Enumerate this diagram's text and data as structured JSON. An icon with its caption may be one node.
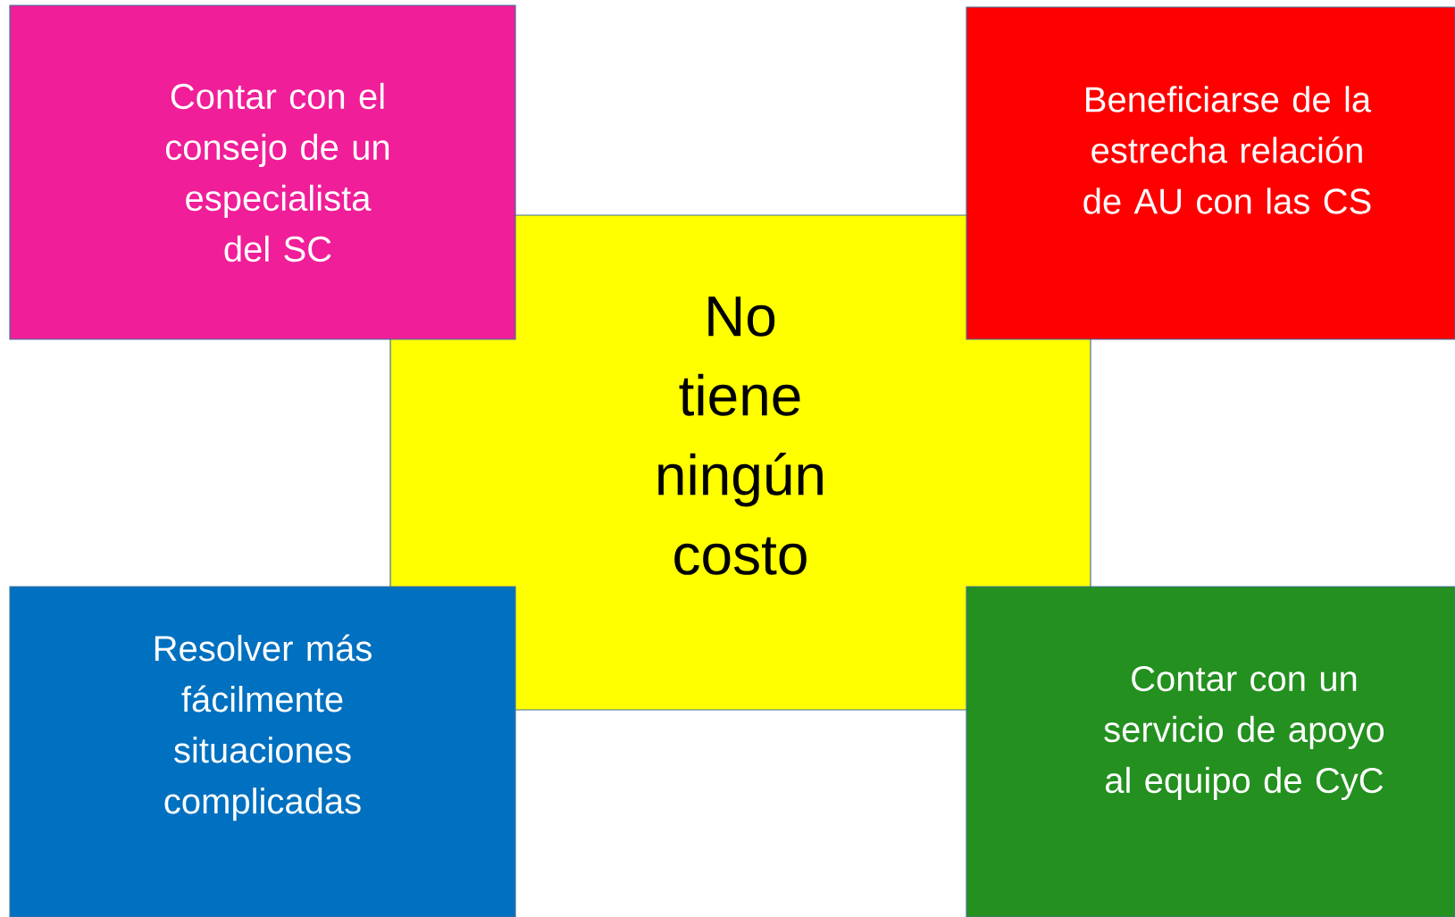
{
  "diagram": {
    "nodes": [
      {
        "text": [
          "Contar con el  consejo de un especialista del SC"
        ]
      },
      {
        "text": [
          "Beneficiarse de la estrecha relación de AU con las CS"
        ]
      },
      {
        "text": [
          "No tiene ningún costo"
        ]
      },
      {
        "text": [
          "Resolver más fácilmente situaciones complicadas"
        ]
      },
      {
        "text": [
          "Contar con un servicio de apoyo al equipo de CyC"
        ]
      }
    ]
  }
}
